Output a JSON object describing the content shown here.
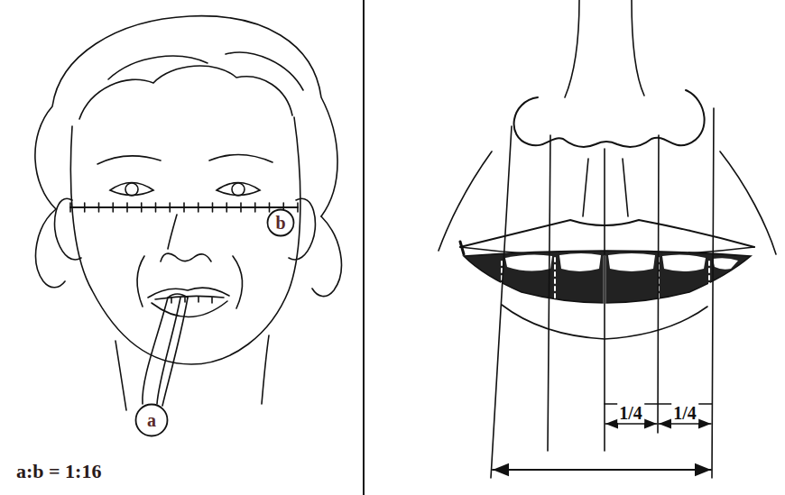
{
  "diagram": {
    "nodes": [
      {
        "text": [
          "b"
        ]
      },
      {
        "text": [
          "a"
        ]
      }
    ],
    "labels": [
      "a:b = 1:16",
      "1/4",
      "1/4"
    ]
  }
}
